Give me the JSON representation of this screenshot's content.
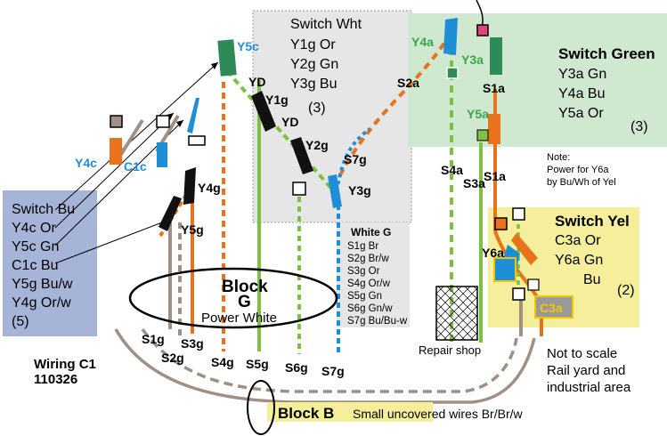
{
  "boxes": {
    "switch_wht": {
      "lines": [
        "Switch Wht",
        "Y1g Or",
        "Y2g Gn",
        "Y3g Bu"
      ],
      "count": "(3)"
    },
    "switch_green": {
      "title": "Switch Green",
      "lines": [
        "Y3a Gn",
        "Y4a Bu",
        "Y5a Or"
      ],
      "count": "(3)"
    },
    "switch_bu": {
      "lines": [
        "Switch Bu",
        "Y4c Or",
        "Y5c Gn",
        "C1c Bu",
        "Y5g Bu/w",
        "Y4g Or/w"
      ],
      "count": "(5)"
    },
    "switch_yel": {
      "title": "Switch Yel",
      "lines": [
        "C3a Or",
        "Y6a Gn",
        "Bu"
      ],
      "count": "(2)"
    },
    "white_g": {
      "title": "White G",
      "lines": [
        "S1g Br",
        "S2g Br/w",
        "S3g Or",
        "S4g Or/w",
        "S5g Gn",
        "S6g Gn/w",
        "S7g Bu/Bu-w"
      ]
    }
  },
  "note": [
    "Note:",
    "Power for Y6a",
    "by Bu/Wh of Yel"
  ],
  "block_g": {
    "title": "Block",
    "letter": "G",
    "sub": "Power White"
  },
  "block_b": {
    "title": "Block B",
    "sub": "Small uncovered wires Br/Br/w"
  },
  "wiring": [
    "Wiring C1",
    "110326"
  ],
  "not_to_scale": [
    "Not to scale",
    "Rail yard and",
    "industrial area"
  ],
  "repair_shop": "Repair shop",
  "switch_labels": {
    "y5c": "Y5c",
    "y4c": "Y4c",
    "c1c": "C1c",
    "y4g": "Y4g",
    "y5g": "Y5g",
    "yd1": "YD",
    "yd2": "YD",
    "y1g": "Y1g",
    "y2g": "Y2g",
    "s7g_top": "S7g",
    "y3g": "Y3g",
    "y4a": "Y4a",
    "y3a": "Y3a",
    "s2a": "S2a",
    "s1a_top": "S1a",
    "y5a": "Y5a",
    "s4a": "S4a",
    "s3a": "S3a",
    "s1a_mid": "S1a",
    "y6a": "Y6a",
    "c3a": "C3a"
  },
  "track_labels": {
    "s1g": "S1g",
    "s2g": "S2g",
    "s3g": "S3g",
    "s4g": "S4g",
    "s5g": "S5g",
    "s6g": "S6g",
    "s7g": "S7g"
  },
  "colors": {
    "orange": "#e8731c",
    "green": "#7cc142",
    "blue": "#1e8fd6",
    "brown": "#a08f82",
    "dark_green": "#2e8b57",
    "bu_box": "#a6b4d8",
    "green_box": "#cfe8cf",
    "yel_box": "#f5ee9a",
    "wht_box": "#e6e6e6"
  }
}
